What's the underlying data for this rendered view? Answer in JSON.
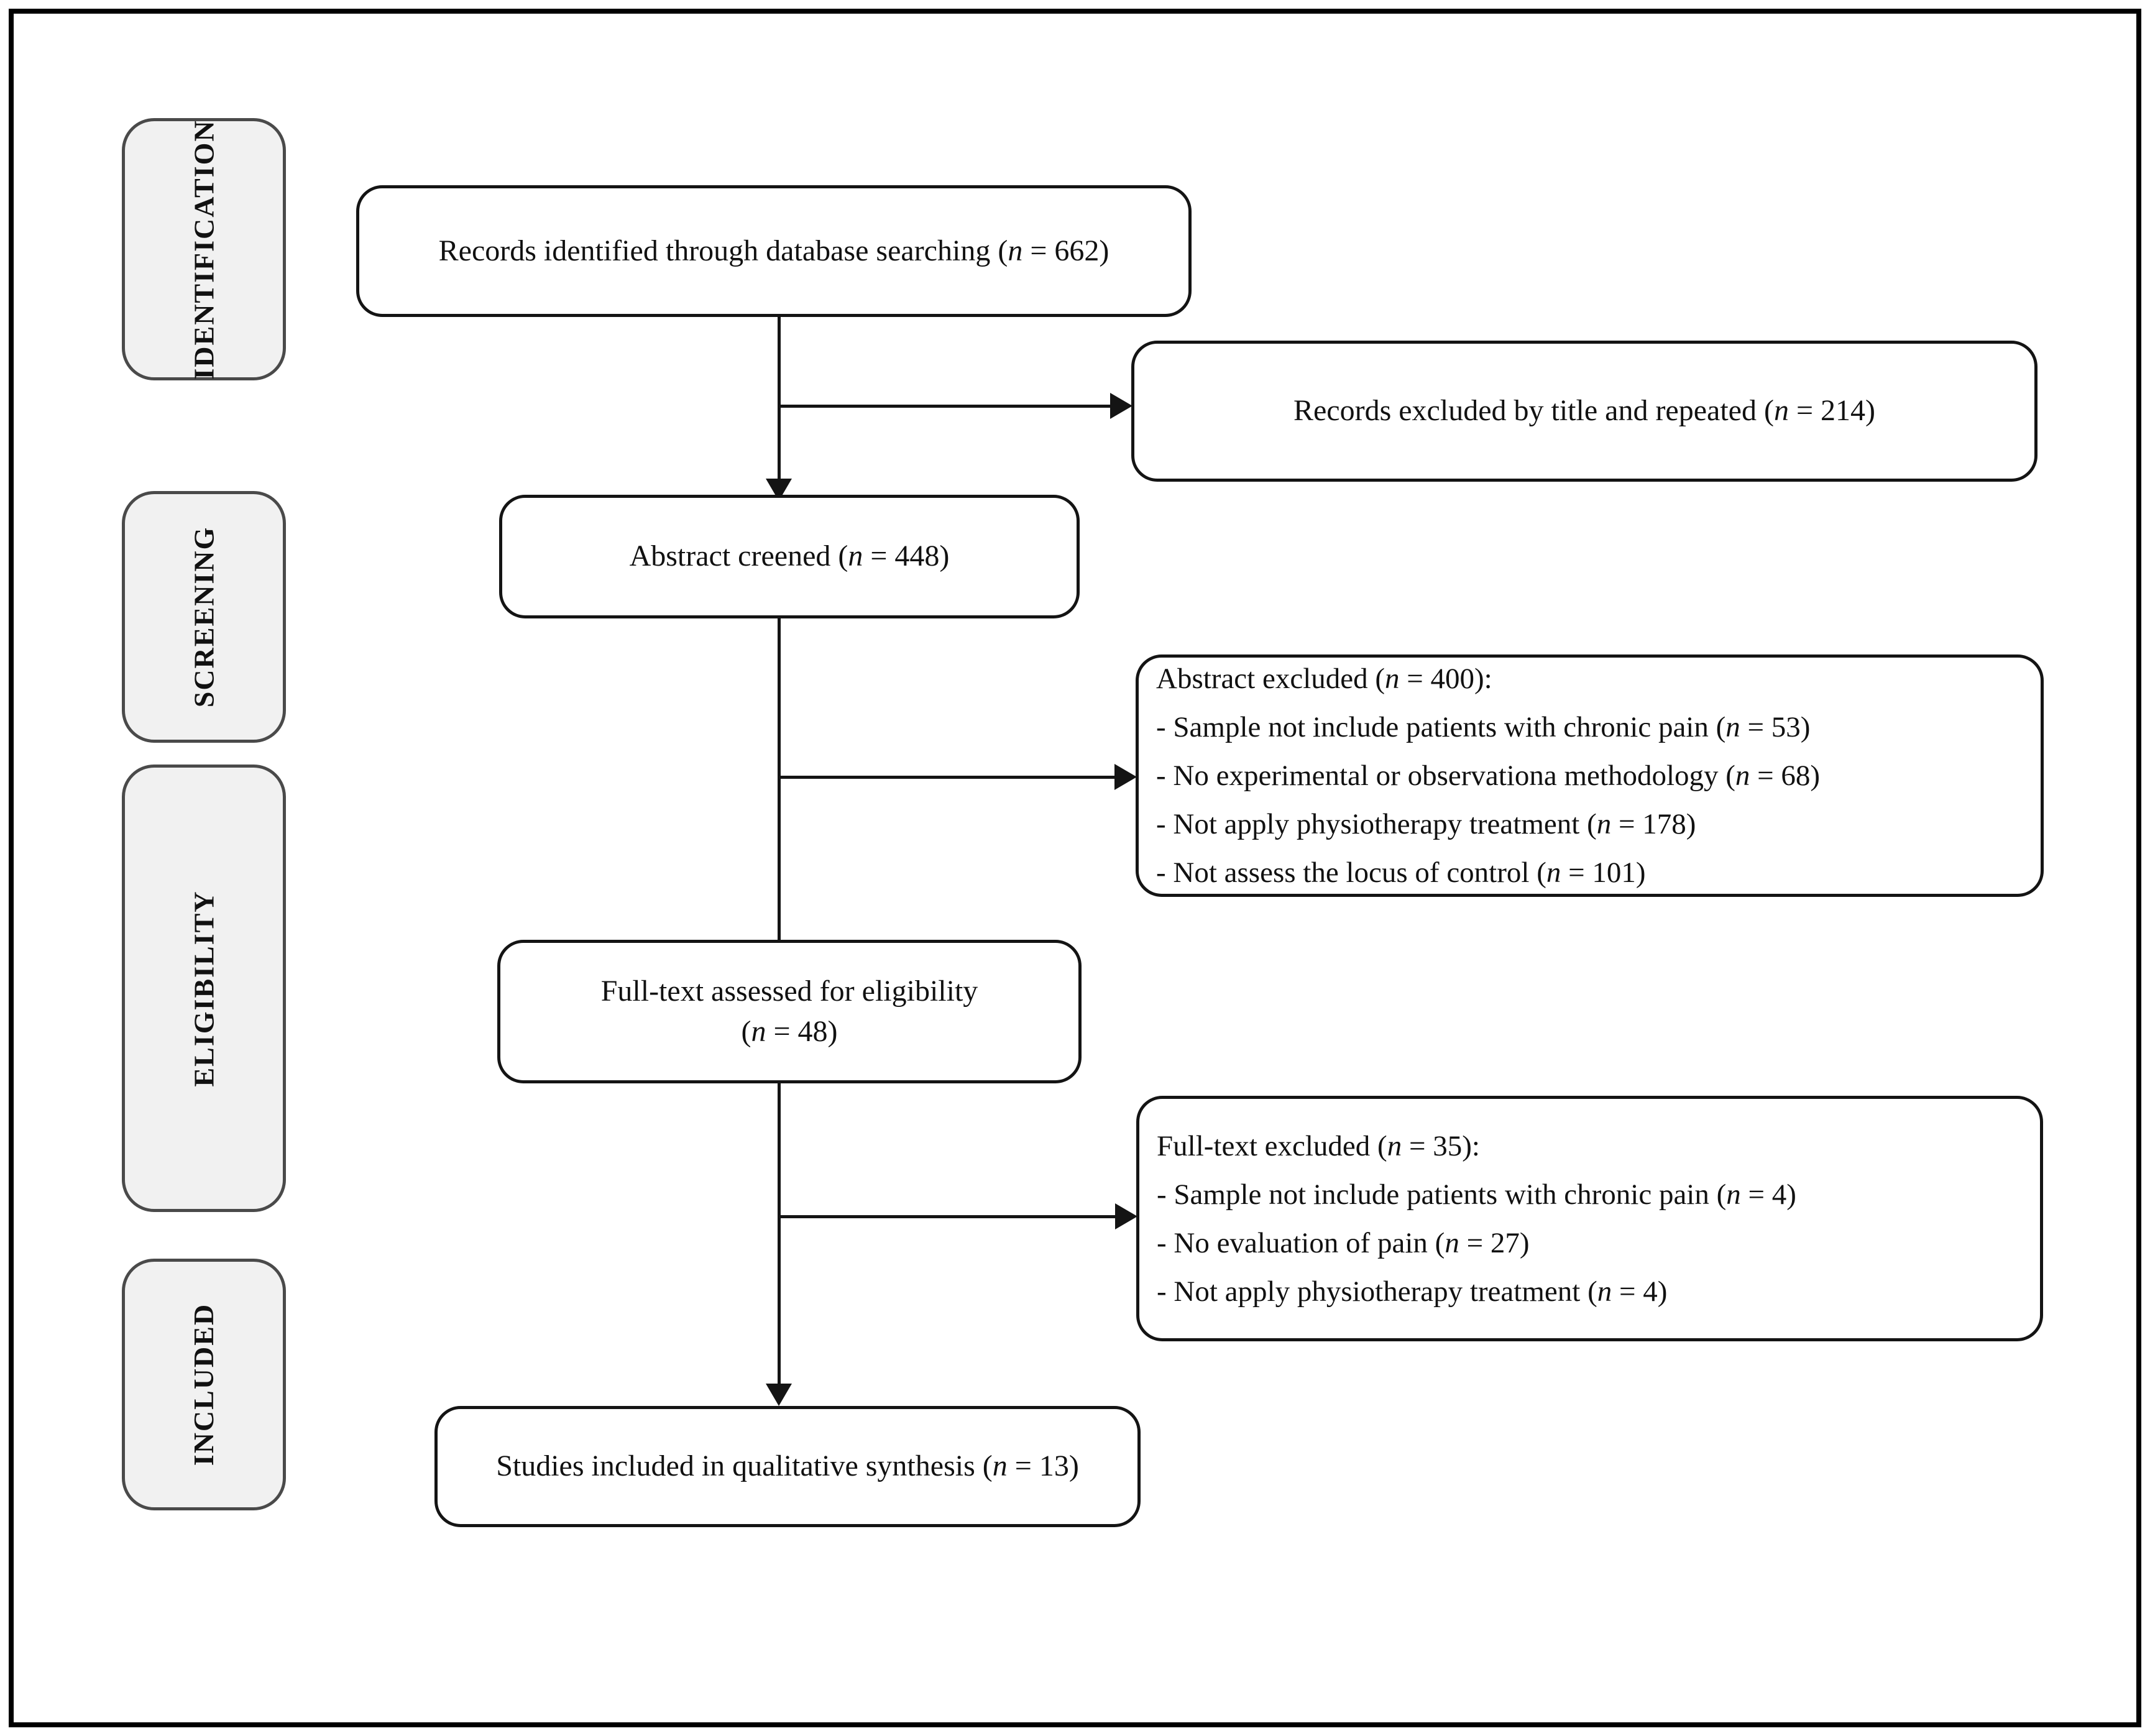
{
  "sidebar": {
    "items": [
      {
        "label": "IDENTIFICATION"
      },
      {
        "label": "SCREENING"
      },
      {
        "label": "ELIGIBILITY"
      },
      {
        "label": "INCLUDED"
      }
    ]
  },
  "flow": {
    "records_identified": {
      "label": "Records identified through database searching (n = 662)"
    },
    "records_excluded": {
      "label": "Records excluded by title and repeated (n = 214)"
    },
    "abstract_screened": {
      "label": "Abstract creened (n = 448)"
    },
    "abstract_excluded": {
      "title": "Abstract excluded (n = 400):",
      "items": [
        "- Sample not include patients with chronic pain (n = 53)",
        "- No experimental or observationa methodology (n = 68)",
        "- Not apply physiotherapy treatment (n = 178)",
        "- Not assess the locus of control (n = 101)"
      ]
    },
    "fulltext_assessed": {
      "line1": "Full-text assessed for eligibility",
      "line2": "(n = 48)"
    },
    "fulltext_excluded": {
      "title": "Full-text excluded (n = 35):",
      "items": [
        "- Sample not include patients with chronic pain (n = 4)",
        "- No evaluation of pain (n = 27)",
        "- Not apply physiotherapy treatment (n = 4)"
      ]
    },
    "studies_included": {
      "label": "Studies included in qualitative synthesis (n = 13)"
    }
  },
  "colors": {
    "background": "#ffffff",
    "outer_border": "#000000",
    "box_border": "#141414",
    "sidebar_fill": "#f1f1f1",
    "sidebar_border": "#4a4a4a",
    "text": "#111111"
  }
}
